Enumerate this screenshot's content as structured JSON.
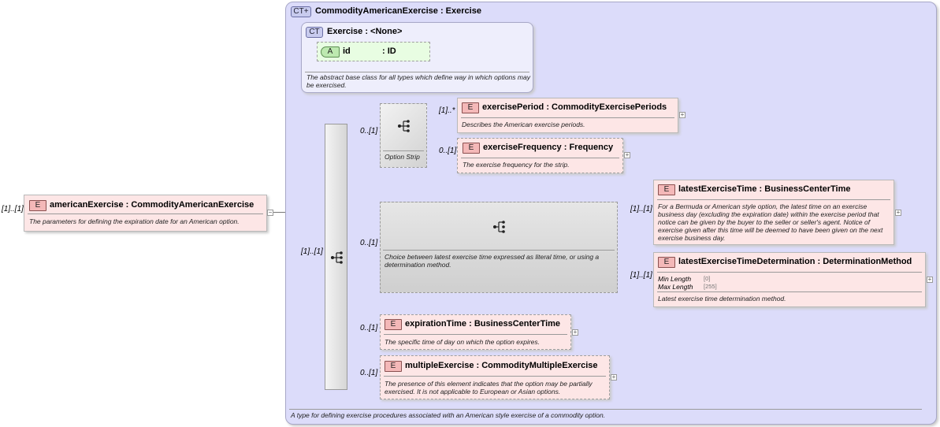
{
  "root_element": {
    "cardinality": "[1]..[1]",
    "badge": "E",
    "title": "americanExercise : CommodityAmericanExercise",
    "description": "The parameters for defining the expiration date for an American option.",
    "toggle": "−"
  },
  "complex_type": {
    "badge": "CT",
    "title": "CommodityAmericanExercise : Exercise",
    "description": "A type for defining exercise procedures associated with an American style exercise of a commodity option."
  },
  "base_type": {
    "badge": "CT",
    "title": "Exercise : <None>",
    "description": "The abstract base class for all types which define way in which options may be exercised.",
    "attribute": {
      "badge": "A",
      "name": "id",
      "type": ": ID"
    }
  },
  "sequence": {
    "cardinality": "[1]..[1]"
  },
  "option_strip": {
    "cardinality": "0..[1]",
    "label": "Option Strip",
    "children": [
      {
        "cardinality": "[1]..*",
        "badge": "E",
        "title": "exercisePeriod : CommodityExercisePeriods",
        "description": "Describes the American exercise periods.",
        "expand": "+"
      },
      {
        "cardinality": "0..[1]",
        "badge": "E",
        "title": "exerciseFrequency : Frequency",
        "description": "The exercise frequency for the strip.",
        "expand": "+"
      }
    ]
  },
  "choice": {
    "cardinality": "0..[1]",
    "description": "Choice between latest exercise time expressed as literal time, or using a determination method.",
    "children": [
      {
        "cardinality": "[1]..[1]",
        "badge": "E",
        "title": "latestExerciseTime : BusinessCenterTime",
        "description": "For a Bermuda or American style option, the latest time on an exercise business day (excluding the expiration date) within the exercise period that notice can be given by the buyer to the seller or seller's agent. Notice of exercise given after this time will be deemed to have been given on the next exercise business day.",
        "expand": "+"
      },
      {
        "cardinality": "[1]..[1]",
        "badge": "E",
        "title": "latestExerciseTimeDetermination : DeterminationMethod",
        "facets": [
          {
            "name": "Min Length",
            "value": "[0]"
          },
          {
            "name": "Max Length",
            "value": "[255]"
          }
        ],
        "description": "Latest exercise time determination method.",
        "expand": "+"
      }
    ]
  },
  "elements": [
    {
      "cardinality": "0..[1]",
      "badge": "E",
      "title": "expirationTime : BusinessCenterTime",
      "description": "The specific time of day on which the option expires.",
      "expand": "+"
    },
    {
      "cardinality": "0..[1]",
      "badge": "E",
      "title": "multipleExercise : CommodityMultipleExercise",
      "description": "The presence of this element indicates that the option may be partially exercised. It is not applicable to European or Asian options.",
      "expand": "+"
    }
  ],
  "colors": {
    "element_fill": "#fde6e6",
    "complex_type_fill": "#dcdcfa",
    "attribute_fill": "#e8fde2",
    "compositor_fill": "#dedede"
  }
}
